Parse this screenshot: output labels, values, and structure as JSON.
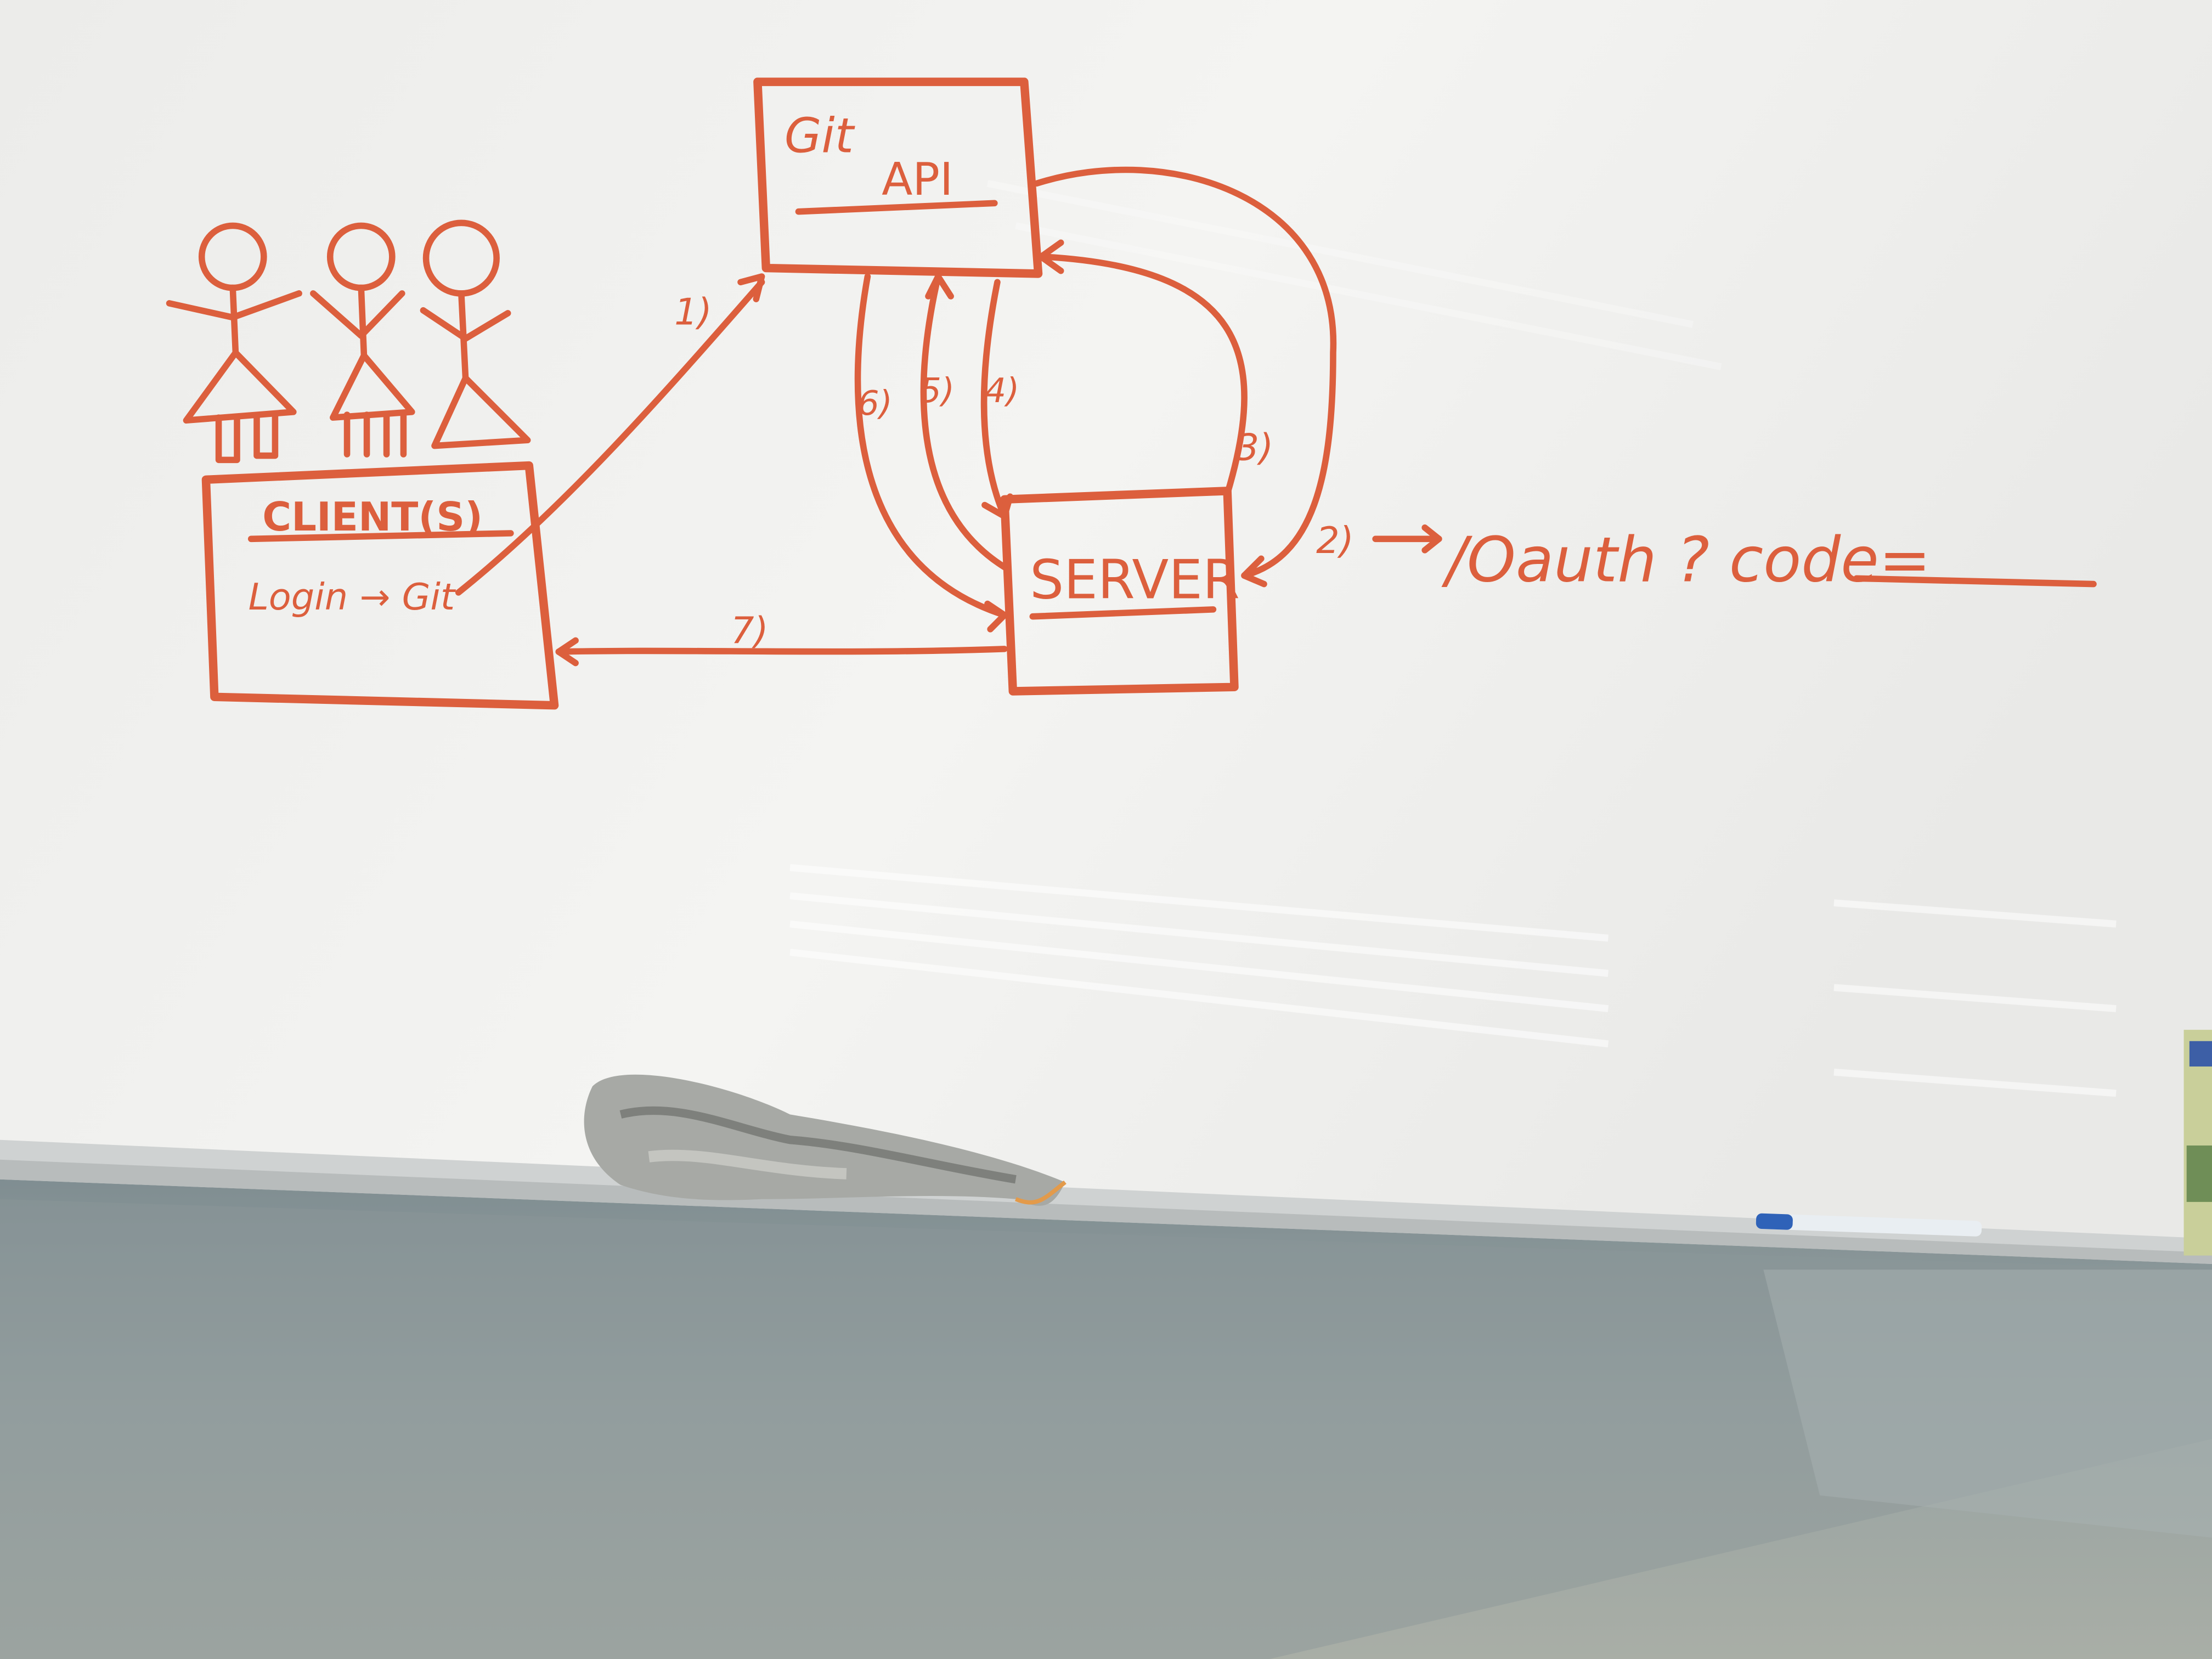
{
  "whiteboard": {
    "git_api_box": {
      "line1": "Git",
      "line2": "API"
    },
    "client_box": {
      "title": "CLIENT(S)",
      "subtitle": "Login → Git"
    },
    "server_box": {
      "title": "SERVER"
    },
    "step_labels": [
      "1)",
      "2)",
      "3)",
      "4)",
      "5)",
      "6)",
      "7)"
    ],
    "callback_text": "/Oauth ? code=",
    "ink_color": "#dc5f3d",
    "board_color": "#f3f3f1",
    "wall_color": "#8f9c9d"
  },
  "objects": {
    "eraser_cloth": "eraser-cloth",
    "marker": "blue-marker"
  }
}
